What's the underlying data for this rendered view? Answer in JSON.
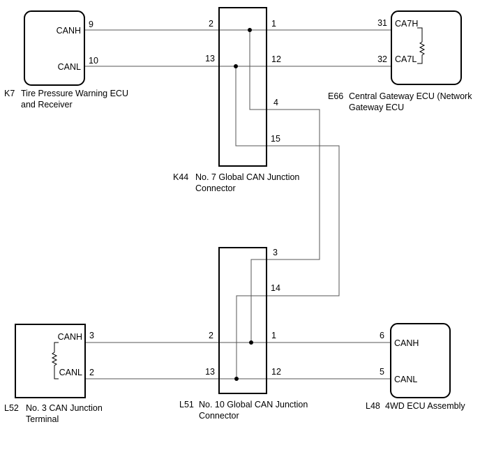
{
  "components": {
    "k7": {
      "code": "K7",
      "name_line1": "Tire Pressure Warning ECU",
      "name_line2": "and Receiver",
      "canh": "CANH",
      "canl": "CANL",
      "pin_h": "9",
      "pin_l": "10"
    },
    "e66": {
      "code": "E66",
      "name_line1": "Central Gateway ECU (Network",
      "name_line2": "Gateway ECU",
      "canh": "CA7H",
      "canl": "CA7L",
      "pin_h": "31",
      "pin_l": "32"
    },
    "k44": {
      "code": "K44",
      "name_line1": "No. 7 Global CAN Junction",
      "name_line2": "Connector",
      "pin_in_h": "2",
      "pin_in_l": "13",
      "pin_out_h": "1",
      "pin_out_l": "12",
      "pin_down_h": "4",
      "pin_down_l": "15"
    },
    "l51": {
      "code": "L51",
      "name_line1": "No. 10 Global CAN Junction",
      "name_line2": "Connector",
      "pin_up_h": "3",
      "pin_up_l": "14",
      "pin_in_h": "2",
      "pin_in_l": "13",
      "pin_out_h": "1",
      "pin_out_l": "12"
    },
    "l52": {
      "code": "L52",
      "name_line1": "No. 3 CAN Junction",
      "name_line2": "Terminal",
      "canh": "CANH",
      "canl": "CANL",
      "pin_h": "3",
      "pin_l": "2"
    },
    "l48": {
      "code": "L48",
      "name_line1": "4WD ECU Assembly",
      "canh": "CANH",
      "canl": "CANL",
      "pin_h": "6",
      "pin_l": "5"
    }
  },
  "colors": {
    "line": "#000000",
    "background": "#ffffff"
  }
}
